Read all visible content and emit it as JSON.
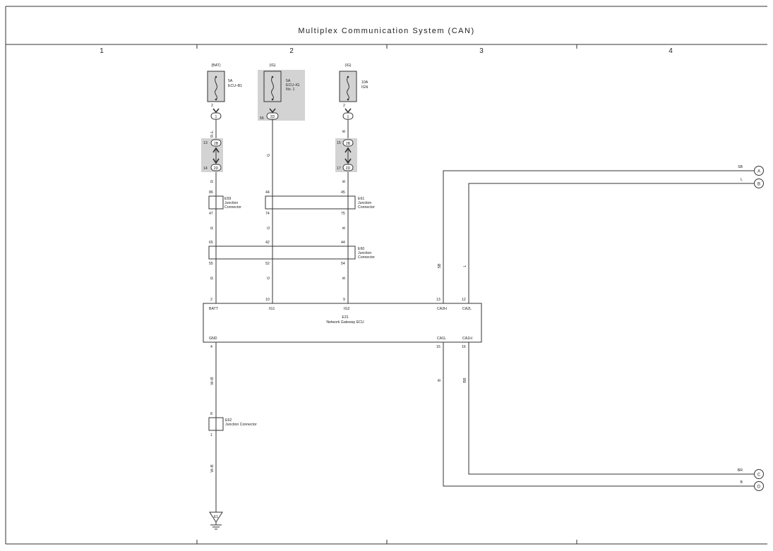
{
  "title": "Multiplex Communication System (CAN)",
  "columns": [
    "1",
    "2",
    "3",
    "4"
  ],
  "fuses": [
    {
      "supply": "(BAT)",
      "rating": "5A",
      "name": "ECU–B1",
      "name2": "",
      "pin_top": "2",
      "conn": "1"
    },
    {
      "supply": "(IG)",
      "rating": "5A",
      "name": "ECU–IG",
      "name2": "No. 1",
      "pin_top": "56",
      "conn": "2D"
    },
    {
      "supply": "(IG)",
      "rating": "10A",
      "name": "IGN",
      "name2": "",
      "pin_top": "2",
      "conn": "1"
    }
  ],
  "joints": [
    {
      "top_pin": "13",
      "top_conn": "2B",
      "bot_pin": "14",
      "bot_conn": "2D"
    },
    {
      "top_pin": "15",
      "top_conn": "2B",
      "bot_pin": "17",
      "bot_conn": "2D"
    }
  ],
  "wire_colors": {
    "bat_upper": "R–L",
    "bat": "R",
    "ig1": "G",
    "ig2": "B",
    "sb": "SB",
    "l": "L",
    "br": "BR",
    "b": "B",
    "gnd": "W–B"
  },
  "connectors": {
    "e59": {
      "id": "E59",
      "desc1": "Junction",
      "desc2": "Connector",
      "pin_in": "86",
      "pin_out": "47"
    },
    "e61": {
      "id": "E61",
      "desc1": "Junction",
      "desc2": "Connector",
      "pins_in": [
        "44",
        "45"
      ],
      "pins_out": [
        "74",
        "75"
      ]
    },
    "e60": {
      "id": "E60",
      "desc1": "Junction",
      "desc2": "Connector",
      "pins_in": [
        "65",
        "42",
        "44"
      ],
      "pins_out": [
        "55",
        "52",
        "54"
      ]
    },
    "e62": {
      "id": "E62",
      "desc": "Junction Connector",
      "pin_in": "8",
      "pin_out": "1"
    }
  },
  "ecu": {
    "id": "E31",
    "name": "Network Gateway ECU",
    "top_pins": [
      {
        "num": "2",
        "label": "BATT"
      },
      {
        "num": "10",
        "label": "IG1"
      },
      {
        "num": "9",
        "label": "IG2"
      },
      {
        "num": "13",
        "label": "CA2H"
      },
      {
        "num": "12",
        "label": "CA2L"
      }
    ],
    "bottom_pins": [
      {
        "num": "4",
        "label": "GND"
      },
      {
        "num": "15",
        "label": "CA1L"
      },
      {
        "num": "16",
        "label": "CA1H"
      }
    ]
  },
  "ground": "E1",
  "terminals": [
    {
      "letter": "A",
      "color": "SB"
    },
    {
      "letter": "B",
      "color": "L"
    },
    {
      "letter": "C",
      "color": "BR"
    },
    {
      "letter": "D",
      "color": "B"
    }
  ]
}
